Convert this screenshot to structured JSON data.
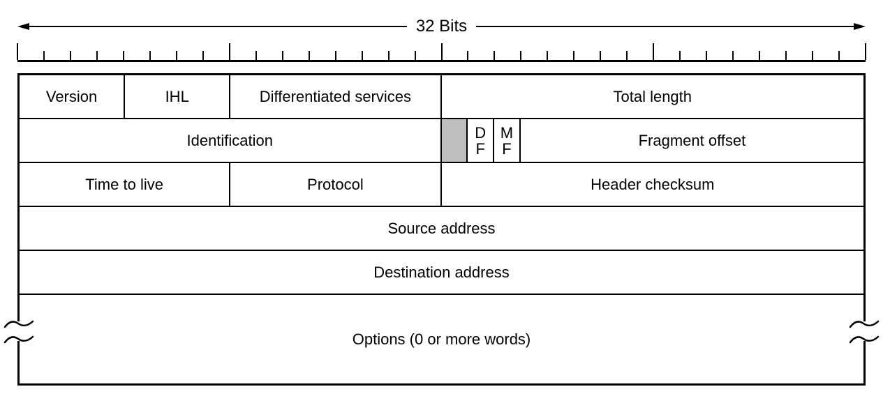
{
  "title": {
    "label": "32 Bits"
  },
  "ruler": {
    "total_ticks": 32,
    "major_every": 8
  },
  "diagram": {
    "shade_color": "#bfbfbf",
    "rows": [
      {
        "name": "word-1",
        "cells": [
          {
            "name": "version",
            "label": "Version",
            "bits": 4
          },
          {
            "name": "ihl",
            "label": "IHL",
            "bits": 4
          },
          {
            "name": "differentiated-services",
            "label": "Differentiated services",
            "bits": 8
          },
          {
            "name": "total-length",
            "label": "Total length",
            "bits": 16
          }
        ]
      },
      {
        "name": "word-2",
        "cells": [
          {
            "name": "identification",
            "label": "Identification",
            "bits": 16
          },
          {
            "name": "unused-bit",
            "label": "",
            "bits": 1,
            "shaded": true
          },
          {
            "name": "df-flag",
            "label": "DF",
            "lines": [
              "D",
              "F"
            ],
            "bits": 1
          },
          {
            "name": "mf-flag",
            "label": "MF",
            "lines": [
              "M",
              "F"
            ],
            "bits": 1
          },
          {
            "name": "fragment-offset",
            "label": "Fragment offset",
            "bits": 13
          }
        ]
      },
      {
        "name": "word-3",
        "cells": [
          {
            "name": "time-to-live",
            "label": "Time to live",
            "bits": 8
          },
          {
            "name": "protocol",
            "label": "Protocol",
            "bits": 8
          },
          {
            "name": "header-checksum",
            "label": "Header checksum",
            "bits": 16
          }
        ]
      },
      {
        "name": "word-4",
        "cells": [
          {
            "name": "source-address",
            "label": "Source address",
            "bits": 32
          }
        ]
      },
      {
        "name": "word-5",
        "cells": [
          {
            "name": "destination-address",
            "label": "Destination address",
            "bits": 32
          }
        ]
      },
      {
        "name": "word-6-options",
        "tall": true,
        "break_marks": true,
        "cells": [
          {
            "name": "options",
            "label": "Options (0 or more words)",
            "bits": 32
          }
        ]
      }
    ]
  }
}
